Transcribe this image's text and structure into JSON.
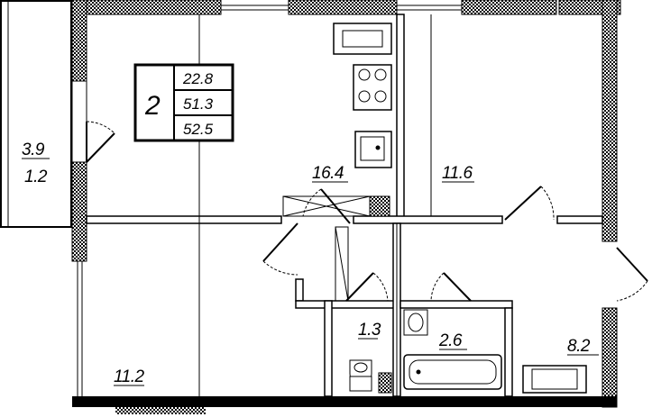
{
  "plan": {
    "summary": {
      "rooms_count": "2",
      "living_area": "22.8",
      "total_area": "51.3",
      "total_area_with_balcony": "52.5"
    },
    "rooms": {
      "kitchen_living": "16.4",
      "bedroom_right": "11.6",
      "bedroom_left": "11.2",
      "wc": "1.3",
      "bathroom": "2.6",
      "hallway": "8.2"
    },
    "balcony": {
      "area": "3.9",
      "reduced_area": "1.2"
    }
  }
}
